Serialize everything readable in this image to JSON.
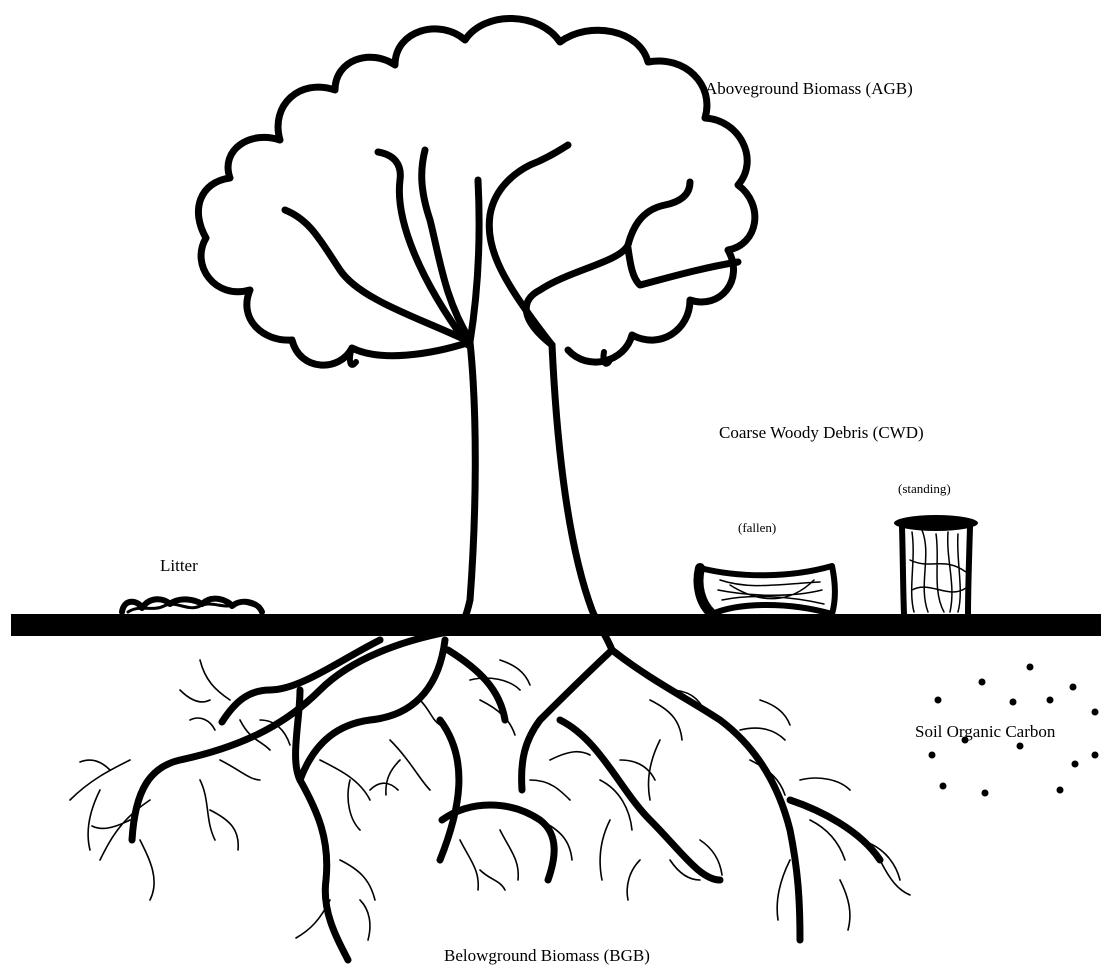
{
  "labels": {
    "agb": "Aboveground Biomass (AGB)",
    "cwd": "Coarse Woody Debris (CWD)",
    "standing": "(standing)",
    "fallen": "(fallen)",
    "litter": "Litter",
    "soc": "Soil Organic Carbon",
    "bgb": "Belowground Biomass (BGB)"
  },
  "colors": {
    "ink": "#000000",
    "background": "#ffffff"
  }
}
